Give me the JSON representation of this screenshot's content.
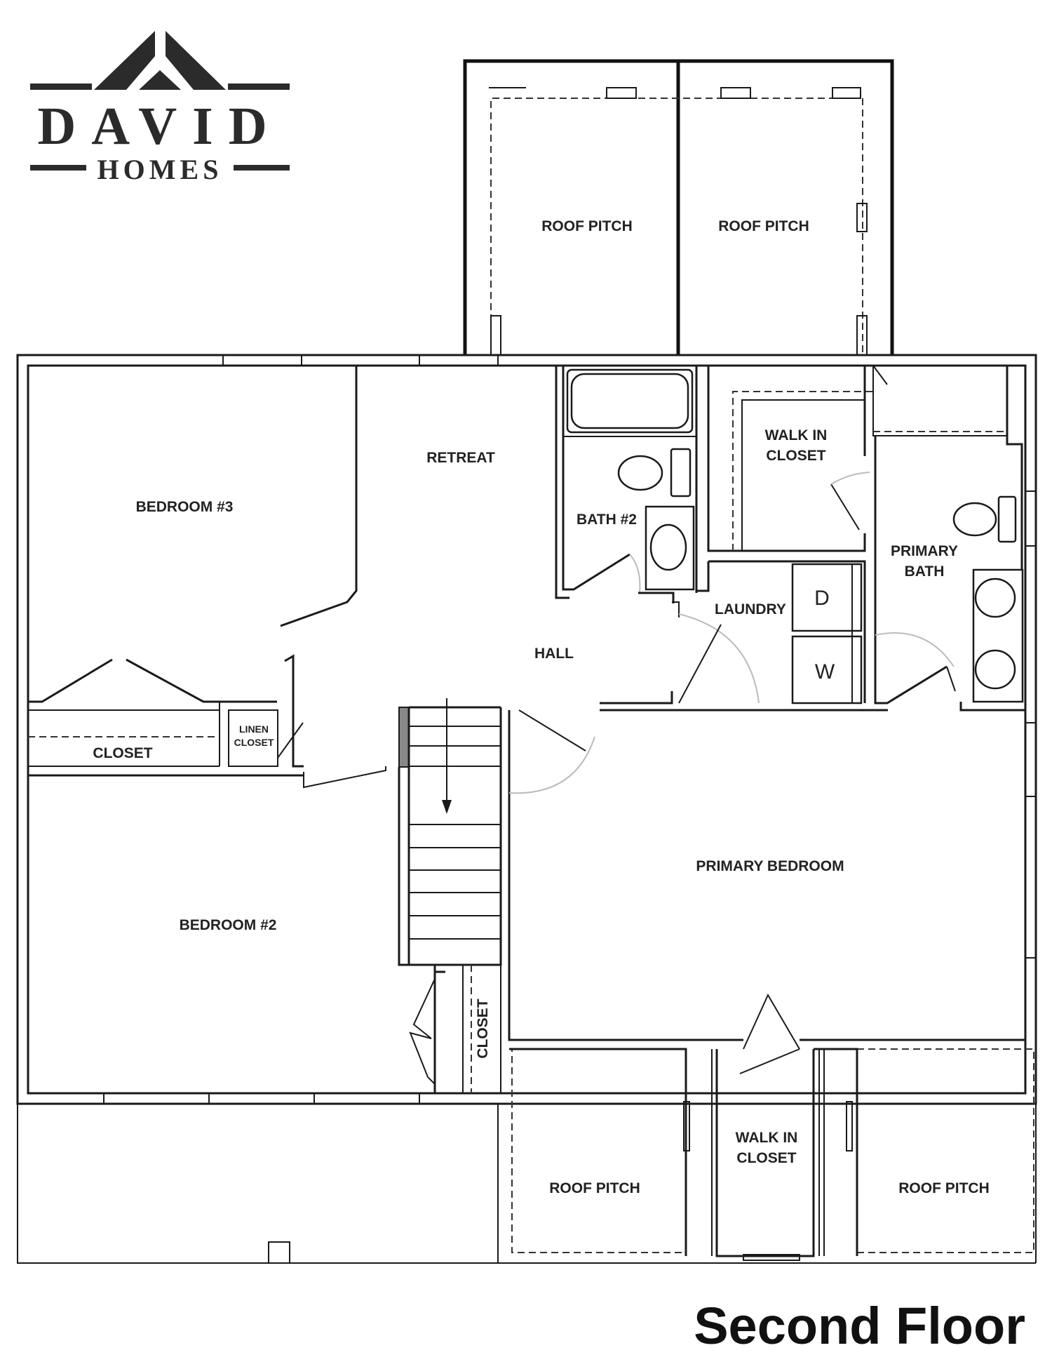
{
  "logo": {
    "line1": "DAVID",
    "line2": "HOMES"
  },
  "title": "Second Floor",
  "rooms": {
    "roof_pitch_top_left": "ROOF PITCH",
    "roof_pitch_top_right": "ROOF PITCH",
    "bedroom3": "BEDROOM #3",
    "retreat": "RETREAT",
    "bath2": "BATH #2",
    "walk_in_closet_top_1": "WALK IN",
    "walk_in_closet_top_2": "CLOSET",
    "primary_bath_1": "PRIMARY",
    "primary_bath_2": "BATH",
    "laundry": "LAUNDRY",
    "dryer": "D",
    "washer": "W",
    "hall": "HALL",
    "linen_closet_1": "LINEN",
    "linen_closet_2": "CLOSET",
    "closet_bedroom3": "CLOSET",
    "primary_bedroom": "PRIMARY BEDROOM",
    "bedroom2": "BEDROOM #2",
    "closet_bedroom2": "CLOSET",
    "walk_in_closet_bottom_1": "WALK IN",
    "walk_in_closet_bottom_2": "CLOSET",
    "roof_pitch_bottom_left": "ROOF PITCH",
    "roof_pitch_bottom_right": "ROOF PITCH"
  },
  "colors": {
    "line": "#1a1a1a",
    "logo": "#2b2b2b",
    "door_swing": "#bbbbbb"
  }
}
